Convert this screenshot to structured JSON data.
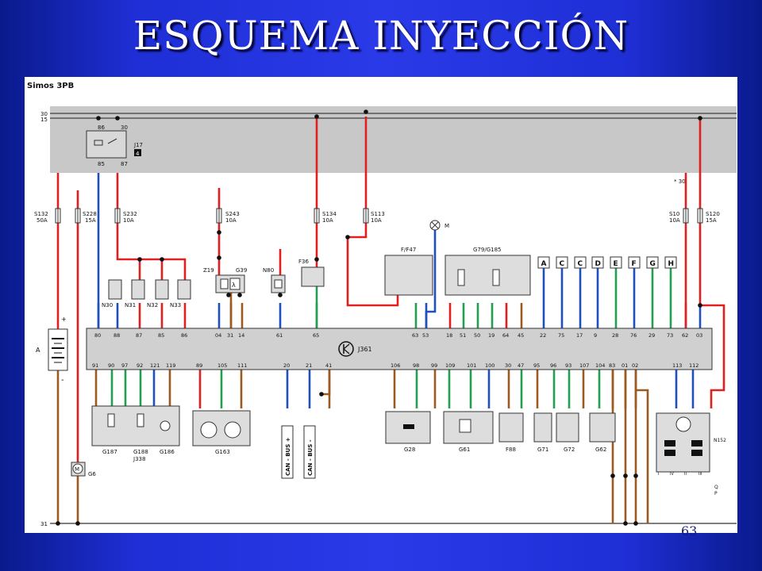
{
  "slide": {
    "title": "ESQUEMA INYECCIÓN",
    "page_number": "63"
  },
  "diagram": {
    "header": "Simos 3PB",
    "rails": [
      "30",
      "15",
      "31"
    ],
    "relay": {
      "label": "J17",
      "tag": "4",
      "pins": [
        "86",
        "30",
        "85",
        "87"
      ]
    },
    "fuses": [
      {
        "id": "S132",
        "rating": "50A"
      },
      {
        "id": "S228",
        "rating": "15A"
      },
      {
        "id": "S232",
        "rating": "10A"
      },
      {
        "id": "S243",
        "rating": "10A"
      },
      {
        "id": "S134",
        "rating": "10A"
      },
      {
        "id": "S113",
        "rating": "10A"
      },
      {
        "id": "S10",
        "rating": "10A"
      },
      {
        "id": "S120",
        "rating": "15A"
      }
    ],
    "ecu": "J361",
    "top_pins": [
      "80",
      "88",
      "87",
      "85",
      "86",
      "04",
      "31",
      "14",
      "61",
      "65",
      "63",
      "53",
      "18",
      "51",
      "50",
      "19",
      "64",
      "45",
      "22",
      "75",
      "17",
      "9",
      "28",
      "76",
      "29",
      "73",
      "62",
      "03"
    ],
    "bottom_pins": [
      "91",
      "90",
      "97",
      "92",
      "121",
      "119",
      "89",
      "105",
      "111",
      "20",
      "21",
      "41",
      "106",
      "98",
      "99",
      "109",
      "101",
      "100",
      "30",
      "47",
      "95",
      "96",
      "93",
      "107",
      "104",
      "83",
      "01",
      "02",
      "113",
      "112"
    ],
    "connectors": [
      "A",
      "C",
      "C",
      "D",
      "E",
      "F",
      "G",
      "H"
    ],
    "labels": {
      "battery": "A",
      "motor": "M",
      "g6": "G6",
      "n30": "N30",
      "n31": "N31",
      "n32": "N32",
      "n33": "N33",
      "z19": "Z19",
      "g39": "G39",
      "n80": "N80",
      "f36": "F36",
      "ff47": "F/F47",
      "g79": "G79/G185",
      "g187": "G187",
      "g188": "G188",
      "j338": "J338",
      "g186": "G186",
      "g163": "G163",
      "canh": "CAN - BUS +",
      "canl": "CAN - BUS -",
      "g28": "G28",
      "g61": "G61",
      "f88": "F88",
      "g71": "G71",
      "g72": "G72",
      "g62": "G62",
      "n152": "N152",
      "s30": "* 30",
      "coil_i": "I",
      "coil_iv": "IV",
      "coil_ii": "II",
      "coil_iii": "III",
      "q": "Q",
      "p": "P",
      "lambda": "λ",
      "plus": "+",
      "minus": "-"
    }
  }
}
